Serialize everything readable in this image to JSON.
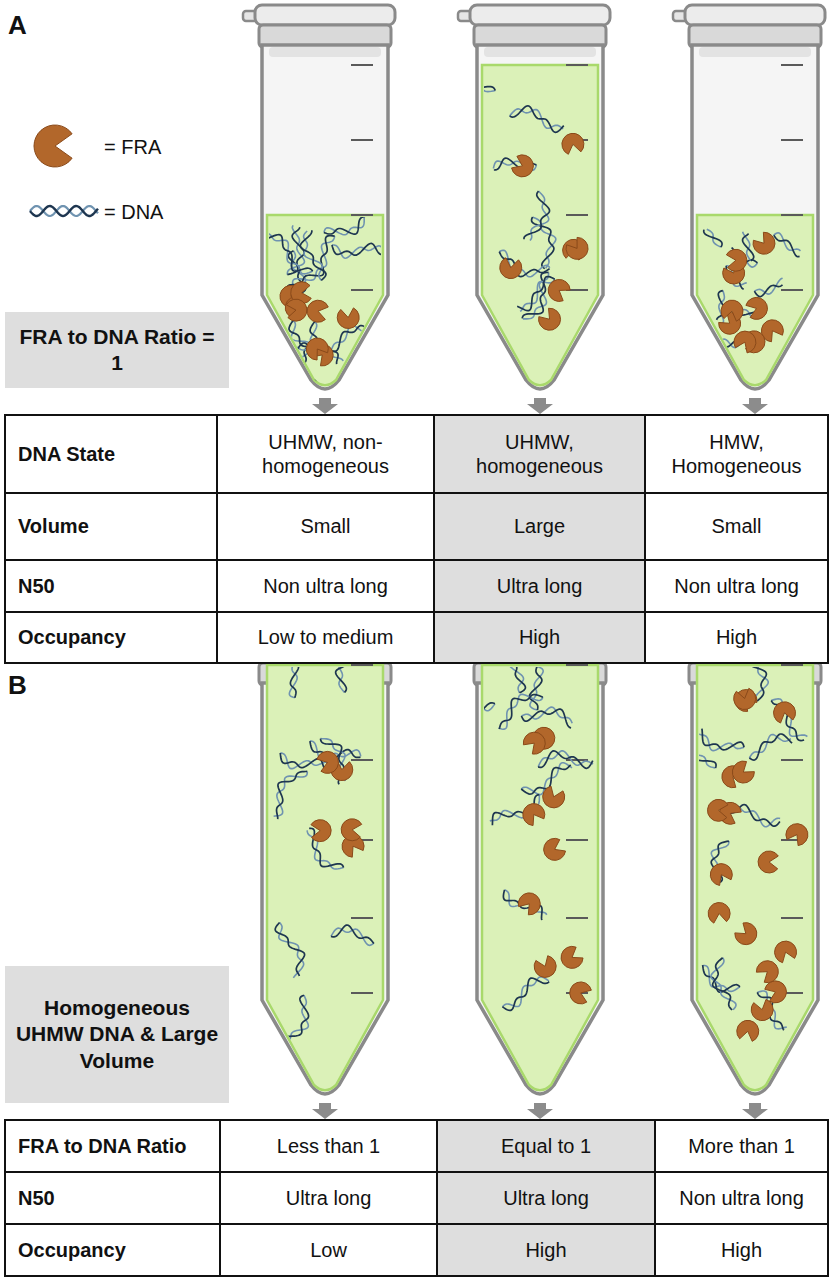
{
  "diagram": {
    "nodes": [
      {
        "text": [
          "FRA to DNA Ratio = 1"
        ]
      },
      {
        "text": [
          "Homogeneous UHMW DNA & Large Volume"
        ]
      }
    ],
    "labels": [
      "A",
      "DNA State",
      "UHMW, non-homogeneous",
      "UHMW, homogeneous",
      "HMW, Homogeneous",
      "Volume",
      "Small",
      "Large",
      "Small",
      "N50",
      "Non ultra long",
      "Ultra long",
      "Non ultra long",
      "Occupancy",
      "Low to medium",
      "High",
      "High",
      "B",
      "FRA to DNA Ratio",
      "Less than 1",
      "Equal to 1",
      "More than 1",
      "N50",
      "Ultra long",
      "Ultra long",
      "Non ultra long",
      "Occupancy",
      "Low",
      "High",
      "High"
    ],
    "legend": [
      {
        "text": "= FRA"
      },
      {
        "text": "= DNA"
      }
    ]
  }
}
